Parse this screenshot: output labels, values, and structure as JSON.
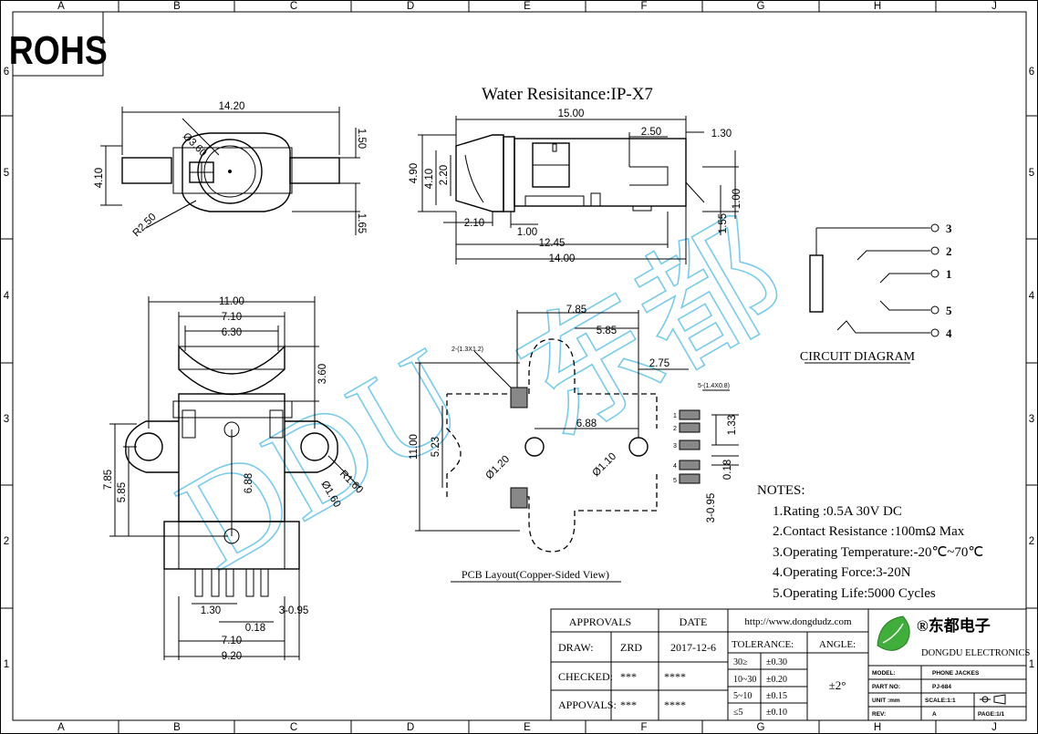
{
  "grid": {
    "cols": [
      "A",
      "B",
      "C",
      "D",
      "E",
      "F",
      "G",
      "H",
      "J"
    ],
    "rows": [
      "6",
      "5",
      "4",
      "3",
      "2",
      "1"
    ]
  },
  "rohs": "ROHS",
  "title": "Water Resisitance:IP-X7",
  "watermark": {
    "latin": "DDU",
    "cjk": "东都"
  },
  "top_view": {
    "dims": [
      "14.20",
      "Ø3.60",
      "4.10",
      "1.50",
      "R2.50",
      "1.65"
    ]
  },
  "side_view": {
    "dims": [
      "15.00",
      "2.50",
      "1.30",
      "4.90",
      "4.10",
      "2.20",
      "2.10",
      "1.00",
      "12.45",
      "14.00",
      "1.55",
      "1.00"
    ]
  },
  "front_view": {
    "dims": [
      "11.00",
      "7.10",
      "6.30",
      "3.60",
      "7.85",
      "5.85",
      "6.88",
      "R1.60",
      "Ø1.60",
      "1.30",
      "3-0.95",
      "0.18",
      "7.10",
      "9.20"
    ]
  },
  "pcb": {
    "caption": "PCB Layout(Copper-Sided View)",
    "dims": [
      "7.85",
      "5.85",
      "2.75",
      "6.88",
      "11.00",
      "5.23",
      "Ø1.20",
      "Ø1.10",
      "1.33",
      "0.18",
      "3-0.95"
    ],
    "pad_note_left": "2-(1.3X1.2)",
    "pad_note_right": "5-(1.4X0.8)",
    "pin_numbers": [
      "1",
      "2",
      "3",
      "4",
      "5"
    ]
  },
  "circuit": {
    "title": "CIRCUIT DIAGRAM",
    "pins": [
      "3",
      "2",
      "1",
      "5",
      "4"
    ]
  },
  "notes": {
    "heading": "NOTES:",
    "items": [
      "1.Rating :0.5A 30V DC",
      "2.Contact Resistance :100mΩ Max",
      "3.Operating Temperature:-20℃~70℃",
      "4.Operating Force:3-20N",
      "5.Operating Life:5000 Cycles"
    ]
  },
  "title_block": {
    "approvals_h": "APPROVALS",
    "date_h": "DATE",
    "url": "http://www.dongdudz.com",
    "draw_label": "DRAW:",
    "draw_name": "ZRD",
    "draw_date": "2017-12-6",
    "checked_label": "CHECKED:",
    "checked_name": "***",
    "checked_date": "****",
    "appovals_label": "APPOVALS:",
    "appovals_name": "***",
    "appovals_date": "****",
    "tolerance_h": "TOLERANCE:",
    "angle_h": "ANGLE:",
    "tol_rows": [
      {
        "range": "30≥",
        "tol": "±0.30"
      },
      {
        "range": "10~30",
        "tol": "±0.20"
      },
      {
        "range": "5~10",
        "tol": "±0.15"
      },
      {
        "range": "≤5",
        "tol": "±0.10"
      }
    ],
    "angle_value": "±2°",
    "company_cn": "®东都电子",
    "company_en": "DONGDU ELECTRONICS",
    "model_label": "MODEL:",
    "model_value": "PHONE JACKES",
    "part_label": "PART NO:",
    "part_value": "PJ-684",
    "unit_label": "UNIT :mm",
    "scale_label": "SCALE:1:1",
    "rev_label": "REV:",
    "rev_value": "A",
    "page_label": "PAGE:1/1"
  }
}
